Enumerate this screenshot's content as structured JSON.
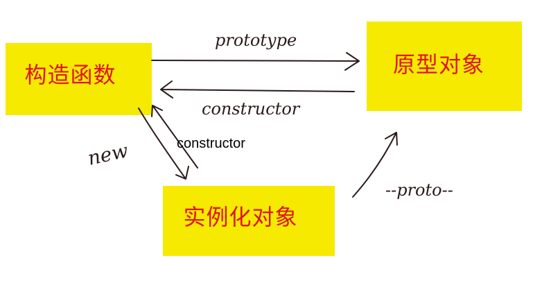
{
  "nodes": {
    "constructor_fn": "构造函数",
    "prototype_obj": "原型对象",
    "instance_obj": "实例化对象"
  },
  "edges": {
    "prototype": "prototype",
    "constructor_back": "constructor",
    "new": "new",
    "constructor_instance": "constructor",
    "proto": "--proto--"
  },
  "colors": {
    "box_fill": "#f5ea00",
    "box_text": "#e0141a",
    "ink": "#2b1a1a"
  }
}
